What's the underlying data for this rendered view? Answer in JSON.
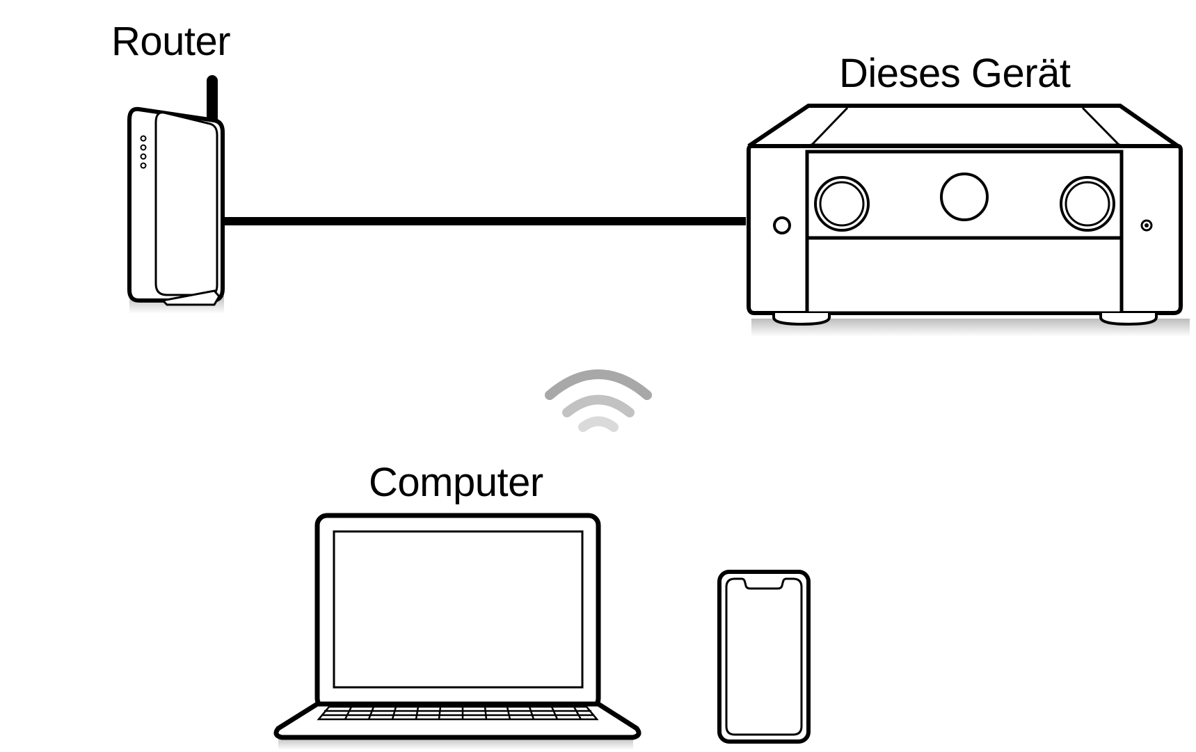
{
  "labels": {
    "router": "Router",
    "device": "Dieses Gerät",
    "computer": "Computer"
  },
  "icons": {
    "router": "router-icon",
    "device": "av-receiver-icon",
    "wifi": "wifi-icon",
    "laptop": "laptop-icon",
    "phone": "smartphone-icon"
  },
  "colors": {
    "line": "#000000",
    "background": "#ffffff"
  }
}
